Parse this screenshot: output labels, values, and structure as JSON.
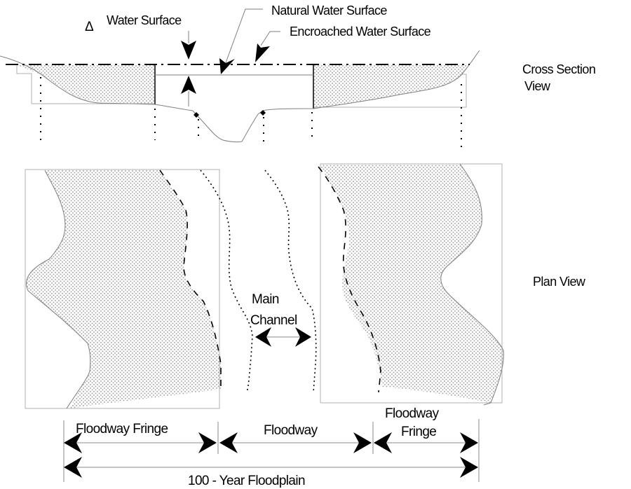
{
  "labels": {
    "delta_symbol": "Δ",
    "delta_water_surface": "Water Surface",
    "natural_water_surface": "Natural Water Surface",
    "encroached_water_surface": "Encroached Water Surface",
    "cross_section_view_line1": "Cross Section",
    "cross_section_view_line2": "View",
    "plan_view": "Plan View",
    "main_channel_line1": "Main",
    "main_channel_line2": "Channel",
    "floodway_fringe_left": "Floodway Fringe",
    "floodway": "Floodway",
    "floodway_fringe_right_line1": "Floodway",
    "floodway_fringe_right_line2": "Fringe",
    "floodplain_100_year": "100 - Year Floodplain"
  },
  "colors": {
    "stipple_fill": "#a8a8a8",
    "line_gray": "#7f7f7f",
    "ink": "#000000"
  }
}
